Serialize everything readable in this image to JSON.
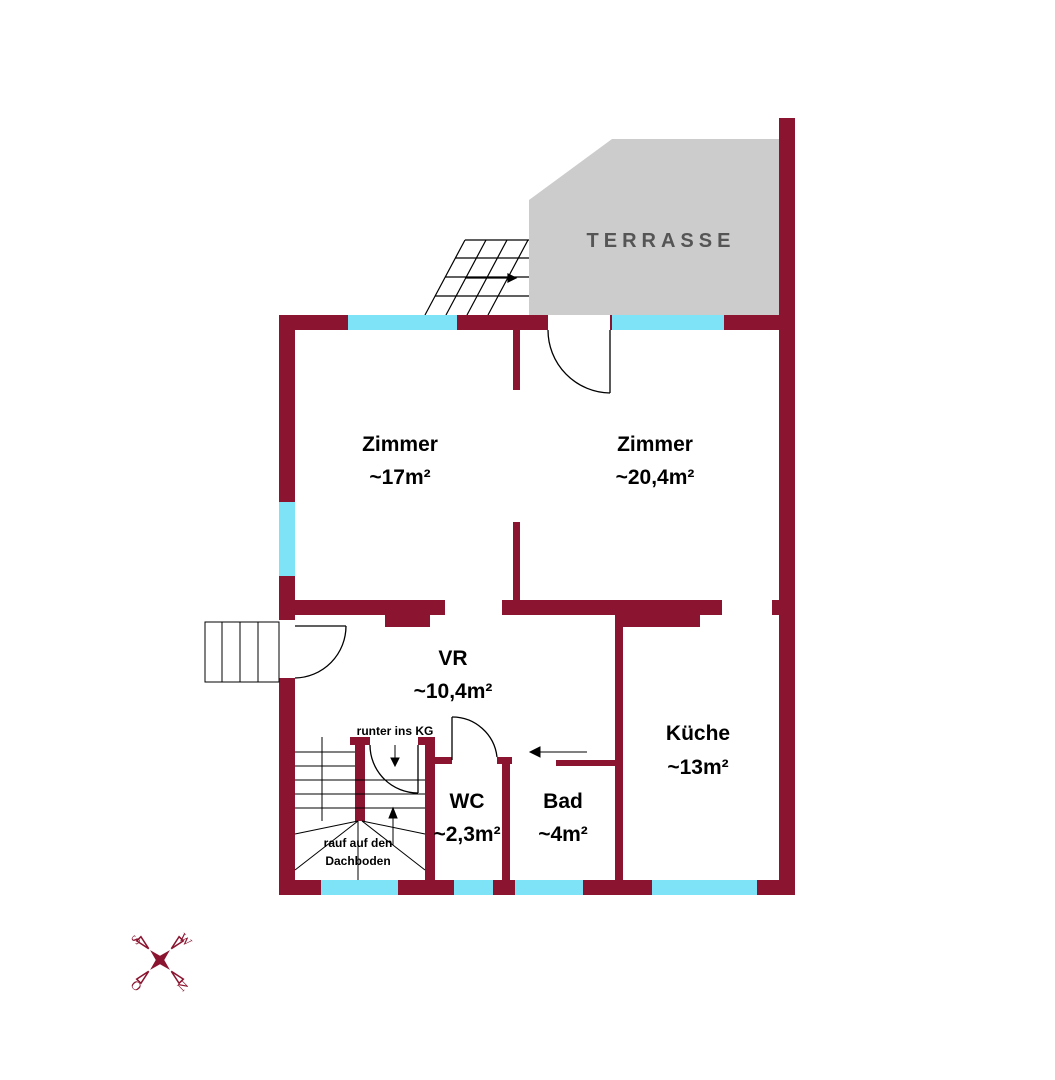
{
  "colors": {
    "wall": "#8b1530",
    "window": "#7fe3f7",
    "terrace": "#cccccc"
  },
  "terrace_label": "TERRASSE",
  "rooms": [
    {
      "name": "Zimmer",
      "area": "~17m²"
    },
    {
      "name": "Zimmer",
      "area": "~20,4m²"
    },
    {
      "name": "VR",
      "area": "~10,4m²"
    },
    {
      "name": "Küche",
      "area": "~13m²"
    },
    {
      "name": "WC",
      "area": "~2,3m²"
    },
    {
      "name": "Bad",
      "area": "~4m²"
    }
  ],
  "stairs": {
    "down": "runter ins KG",
    "up_line1": "rauf auf den",
    "up_line2": "Dachboden"
  },
  "compass": {
    "n": "N",
    "s": "S",
    "w": "W",
    "o": "O"
  }
}
